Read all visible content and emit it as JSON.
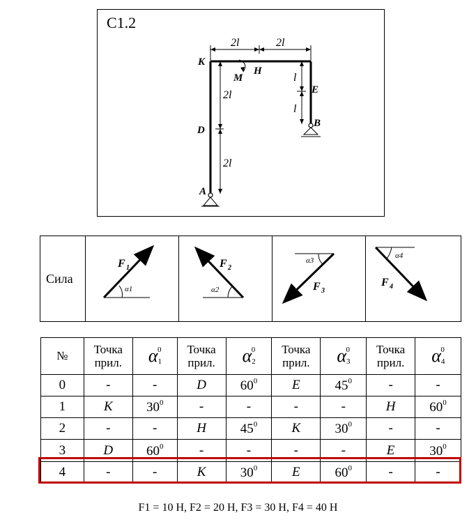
{
  "scheme": {
    "title": "C1.2",
    "labels": {
      "K": "K",
      "H": "H",
      "M": "M",
      "E": "E",
      "B": "B",
      "D": "D",
      "A": "A"
    },
    "dims": {
      "top_left": "2l",
      "top_right": "2l",
      "kd": "2l",
      "da": "2l",
      "he": "l",
      "eb": "l"
    }
  },
  "forces": {
    "row_label": "Сила",
    "items": [
      {
        "name": "F",
        "index": "1",
        "angle": "α1"
      },
      {
        "name": "F",
        "index": "2",
        "angle": "α2"
      },
      {
        "name": "F",
        "index": "3",
        "angle": "α3"
      },
      {
        "name": "F",
        "index": "4",
        "angle": "α4"
      }
    ]
  },
  "variants": {
    "headers": {
      "num": "№",
      "point_line1": "Точка",
      "point_line2": "прил.",
      "alpha": "α",
      "deg": "0",
      "alpha_idx": [
        "1",
        "2",
        "3",
        "4"
      ]
    },
    "rows": [
      {
        "n": "0",
        "cells": [
          "-",
          "-",
          "D",
          "60",
          "E",
          "45",
          "-",
          "-"
        ]
      },
      {
        "n": "1",
        "cells": [
          "K",
          "30",
          "-",
          "-",
          "-",
          "-",
          "H",
          "60"
        ]
      },
      {
        "n": "2",
        "cells": [
          "-",
          "-",
          "H",
          "45",
          "K",
          "30",
          "-",
          "-"
        ]
      },
      {
        "n": "3",
        "cells": [
          "D",
          "60",
          "-",
          "-",
          "-",
          "-",
          "E",
          "30"
        ]
      },
      {
        "n": "4",
        "cells": [
          "-",
          "-",
          "K",
          "30",
          "E",
          "60",
          "-",
          "-"
        ]
      }
    ],
    "highlighted_row": "4",
    "highlight_color": "#c00000"
  },
  "footer": "F1 = 10 H, F2 = 20 H, F3 = 30 H, F4 = 40 H"
}
